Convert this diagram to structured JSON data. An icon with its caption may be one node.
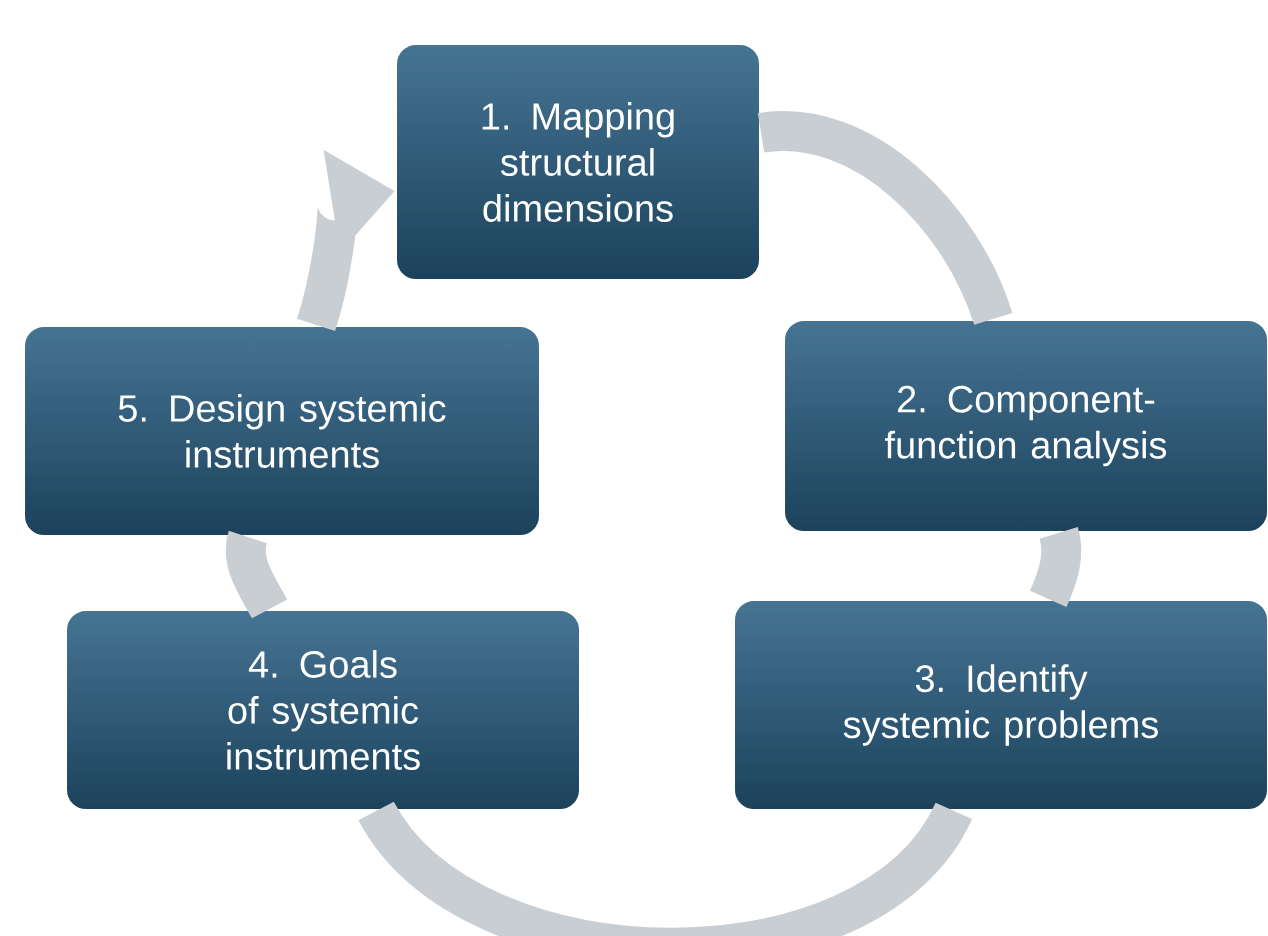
{
  "diagram": {
    "nodes": [
      {
        "text": [
          "1. Mapping structural dimensions"
        ]
      },
      {
        "text": [
          "2. Component-function analysis"
        ]
      },
      {
        "text": [
          "3. Identify systemic problems"
        ]
      },
      {
        "text": [
          "4. Goals of systemic instruments"
        ]
      },
      {
        "text": [
          "5. Design systemic instruments"
        ]
      }
    ],
    "edges": [
      {
        "from": 0,
        "to": 1,
        "arrow": "none"
      },
      {
        "from": 1,
        "to": 2,
        "arrow": "none"
      },
      {
        "from": 2,
        "to": 3,
        "arrow": "none"
      },
      {
        "from": 3,
        "to": 4,
        "arrow": "none"
      },
      {
        "from": 4,
        "to": 0,
        "arrow": "to"
      }
    ]
  }
}
